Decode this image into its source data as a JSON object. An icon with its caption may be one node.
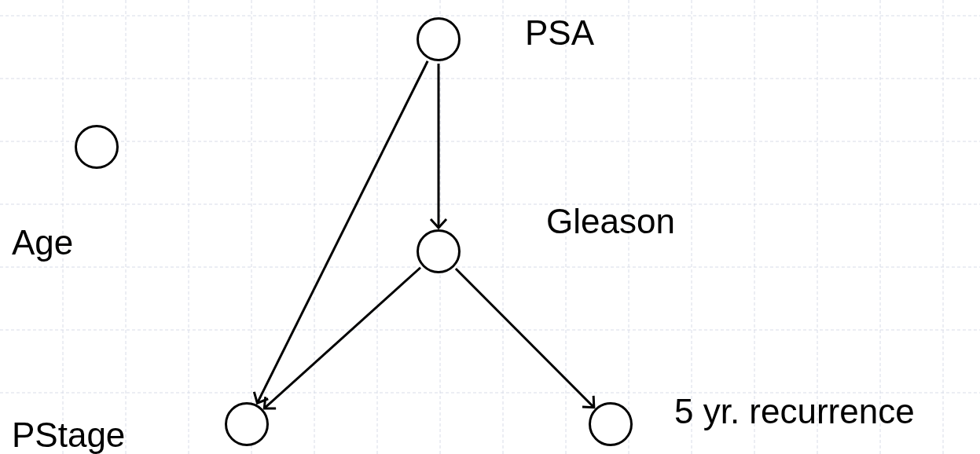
{
  "diagram": {
    "nodes": [
      {
        "text": [],
        "shape": "circle",
        "beside": [
          "PSA"
        ]
      },
      {
        "text": [],
        "shape": "circle",
        "beside": [
          "Age"
        ]
      },
      {
        "text": [],
        "shape": "circle",
        "beside": [
          "Gleason"
        ]
      },
      {
        "text": [],
        "shape": "circle",
        "beside": [
          "PStage"
        ]
      },
      {
        "text": [],
        "shape": "circle",
        "beside": [
          "5 yr. recurrence"
        ]
      }
    ],
    "edges": [
      {
        "from": 0,
        "to": 2,
        "arrow": "to"
      },
      {
        "from": 0,
        "to": 3,
        "arrow": "to"
      },
      {
        "from": 2,
        "to": 3,
        "arrow": "to"
      },
      {
        "from": 2,
        "to": 4,
        "arrow": "to"
      }
    ]
  }
}
